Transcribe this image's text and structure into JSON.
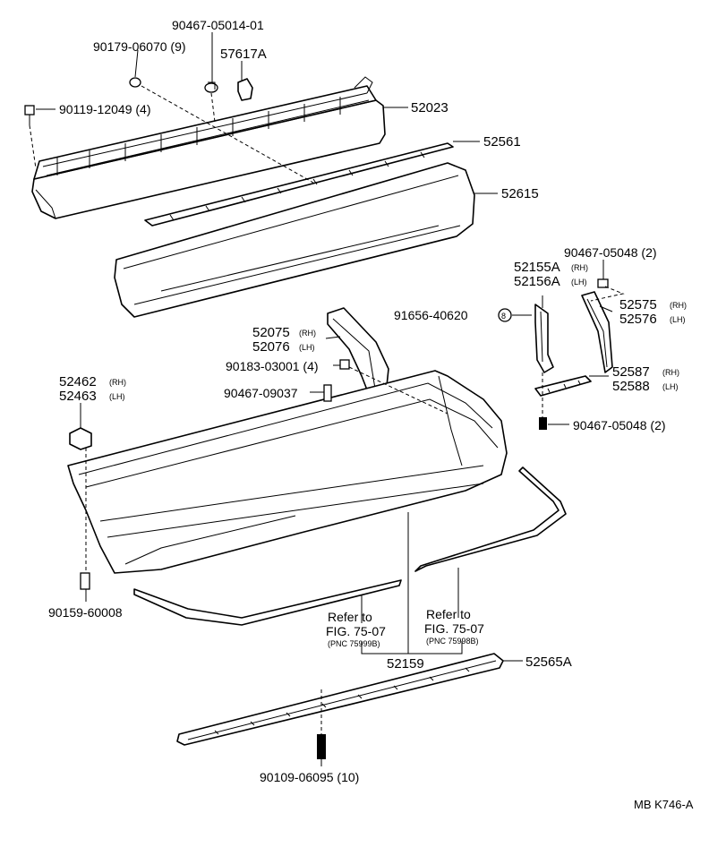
{
  "labels": {
    "p_90467_05014": "90467-05014-01",
    "p_90179": "90179-06070 (9)",
    "p_57617a": "57617A",
    "p_90119": "90119-12049 (4)",
    "p_52023": "52023",
    "p_52561": "52561",
    "p_52615": "52615",
    "p_90467_05048_top": "90467-05048 (2)",
    "p_52155a": "52155A",
    "p_52155a_side": "(RH)",
    "p_52156a": "52156A",
    "p_52156a_side": "(LH)",
    "p_52575": "52575",
    "p_52575_side": "(RH)",
    "p_52576": "52576",
    "p_52576_side": "(LH)",
    "p_91656": "91656-40620",
    "p_52075": "52075",
    "p_52075_side": "(RH)",
    "p_52076": "52076",
    "p_52076_side": "(LH)",
    "p_90183": "90183-03001 (4)",
    "p_90467_09037": "90467-09037",
    "p_52587": "52587",
    "p_52587_side": "(RH)",
    "p_52588": "52588",
    "p_52588_side": "(LH)",
    "p_90467_05048_bot": "90467-05048 (2)",
    "p_52462": "52462",
    "p_52462_side": "(RH)",
    "p_52463": "52463",
    "p_52463_side": "(LH)",
    "p_90159": "90159-60008",
    "ref_left_1": "Refer to",
    "ref_left_2": "FIG. 75-07",
    "ref_left_3": "(PNC 75999B)",
    "ref_right_1": "Refer to",
    "ref_right_2": "FIG. 75-07",
    "ref_right_3": "(PNC 75998B)",
    "p_52159": "52159",
    "p_52565a": "52565A",
    "p_90109": "90109-06095 (10)",
    "figure_code": "MB  K746-A"
  }
}
